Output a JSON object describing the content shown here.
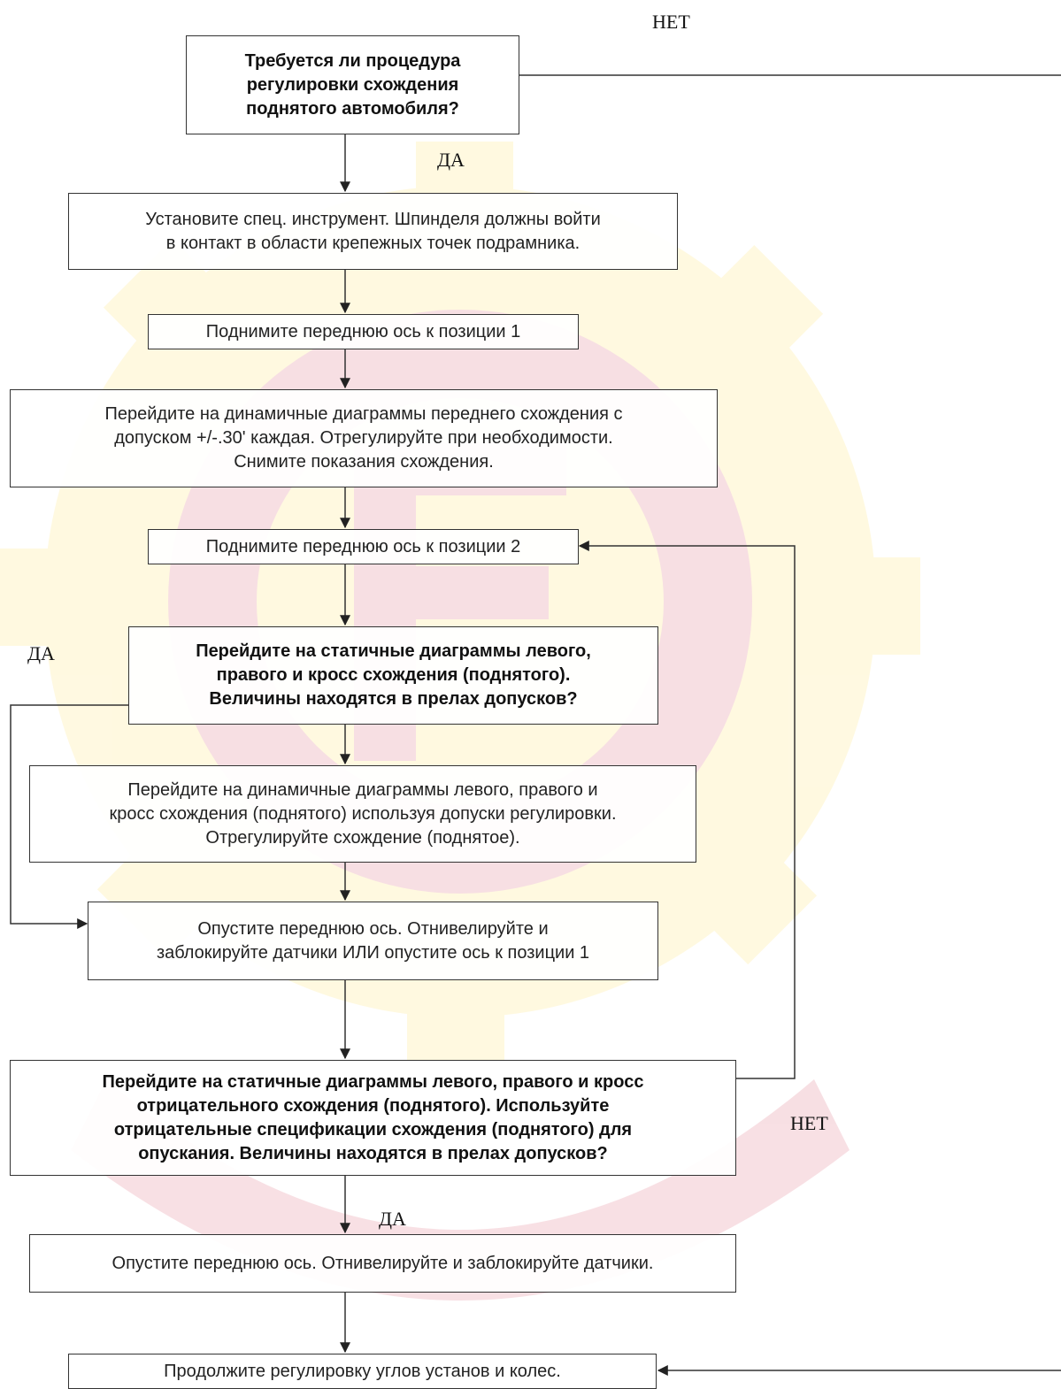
{
  "colors": {
    "watermark_red": "#c8102e",
    "watermark_yellow": "#ffd21a",
    "line": "#333333"
  },
  "boxes": {
    "q_raised": "Требуется ли процедура\nрегулировки схождения\nподнятого автомобиля?",
    "install_tool": "Установите спец. инструмент. Шпинделя должны войти\nв контакт в области крепежных точек подрамника.",
    "raise_pos1": "Поднимите переднюю ось к позиции 1",
    "dyn_front": "Перейдите на динамичные диаграммы переднего схождения с\nдопуском  +/-.30' каждая. Отрегулируйте при необходимости.\nСнимите показания схождения.",
    "raise_pos2": "Поднимите переднюю ось к позиции 2",
    "q_static_raised": "Перейдите на статичные диаграммы левого,\nправого и кросс схождения (поднятого).\nВеличины находятся в прелах допусков?",
    "dyn_adjust": "Перейдите на динамичные диаграммы левого, правого и\nкросс схождения (поднятого) используя допуски регулировки.\nОтрегулируйте схождение (поднятое).",
    "lower_level": "Опустите переднюю ось. Отнивелируйте и\nзаблокируйте датчики ИЛИ опустите ось к позиции 1",
    "q_static_negative": "Перейдите на статичные диаграммы левого, правого и кросс\nотрицательного схождения  (поднятого). Используйте\nотрицательные спецификации схождения  (поднятого) для\nопускания.  Величины находятся в прелах допусков?",
    "lower_lock": "Опустите переднюю ось. Отнивелируйте и заблокируйте датчики.",
    "continue": "Продолжите регулировку углов установ и колес."
  },
  "labels": {
    "net_top": "НЕТ",
    "da_1": "ДА",
    "da_left": "ДА",
    "net_right": "НЕТ",
    "da_bottom": "ДА"
  }
}
